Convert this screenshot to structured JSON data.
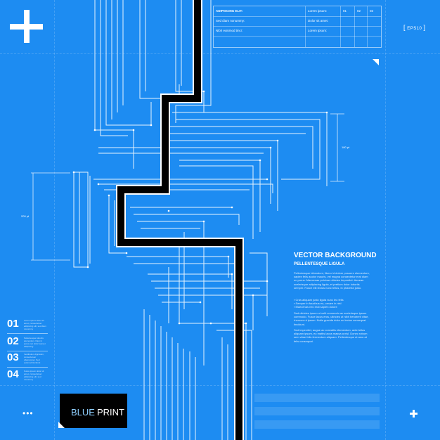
{
  "spec_table": {
    "rows": [
      {
        "label": "ADIPISCING ELIT:",
        "value": "Lorem ipsum:"
      },
      {
        "label": "Sed diam nonummy:",
        "value": "Dolor sit amet:"
      },
      {
        "label": "Nibh euismod tinci:",
        "value": "Lorem ipsum:"
      }
    ],
    "columns": [
      "01",
      "02",
      "03"
    ]
  },
  "badge": "EPS10",
  "dimensions": {
    "right": "180 pt",
    "left": "200 pt"
  },
  "numbered_list": [
    {
      "num": "01",
      "text": "Lorem ipsum dolor sit amet, consectetuer adipiscing elit, sed diam nonummy"
    },
    {
      "num": "02",
      "text": "Pellentesque lobortis elementum. Nam in purus nec dolor laoreet adipiscing"
    },
    {
      "num": "03",
      "text": "Vestibulum dignissim, consectetuer ullamcorper. Sed euismod tincidunt"
    },
    {
      "num": "04",
      "text": "Fusce ipsum dolor sit amet, consectetuer adipiscing elit, sed nonummy"
    }
  ],
  "info": {
    "title": "VECTOR BACKGROUND",
    "subtitle": "PELLENTESQUE LIGULA",
    "paragraph1": "Pellentesque bibendum, libero id dolore posuere elementum, sapien felis auctor mauris, vel magna consectetur erat diam eu purus. Maecenas pulvinar ultricies imperdiet. Aenean scelerisque adipiscing ligula, et pretium dolor lobortis semper. Fusce elit lectus nunc tellus, in pharetra justo.",
    "bullets": [
      "Cras aliquam justo ligula nunc leo felis",
      "Semper in faucibus eu, ornare in nisl",
      "Maecenas nec erat sapien dolore"
    ],
    "paragraph2": "Sed ultricies ipsum ut velit commodo ac scelerisque ipsum commodo. Fusce lacus eros, ultricies ut nibh hendrerit vitae, rhoncus ut ipsum. Nulla gravida dolor ac lectus consequat tincidunt.",
    "paragraph3": "Sed imperdiet, augue ac convallis elementum, ante tellus aliquam ipsum, eu mattis lacus massa a nisl. Donec rutrum sem vitae felis fermentum aliquam. Pellentesque ut arcu at felis consequat."
  },
  "logo": {
    "part1": "BLUE",
    "part2": "PRINT"
  },
  "dots": "•••",
  "colors": {
    "background": "#1d8cf2",
    "line": "#ffffff",
    "highlight": "#000000",
    "accent": "#8fd0ff"
  }
}
